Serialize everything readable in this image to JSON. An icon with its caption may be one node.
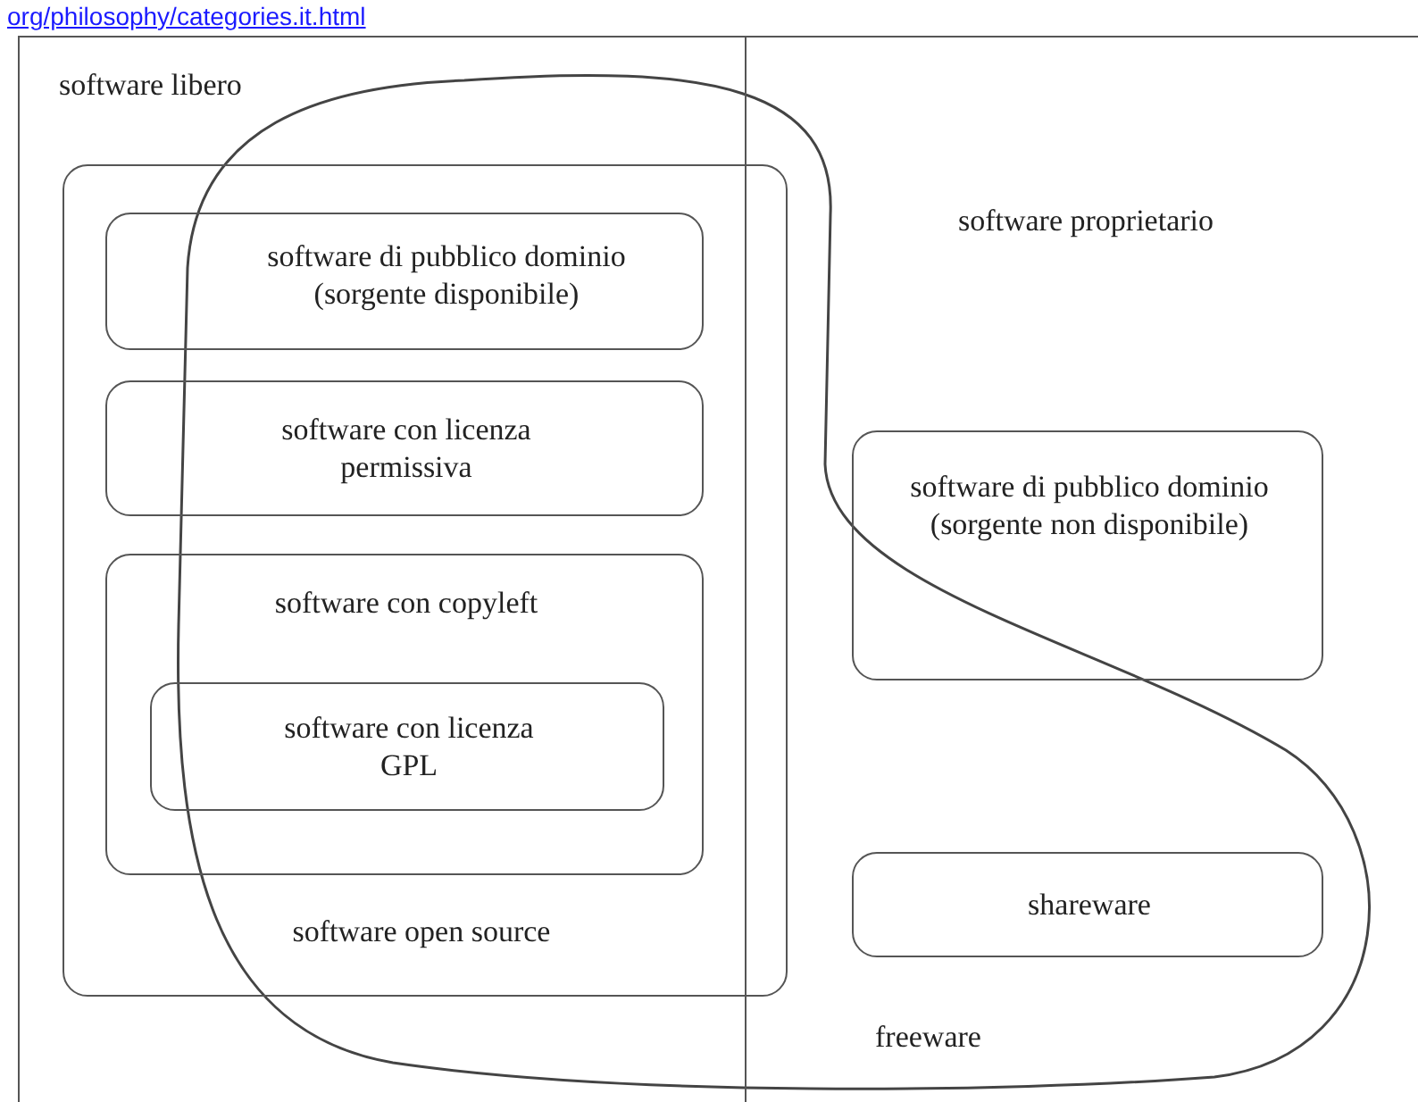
{
  "diagram": {
    "nodes": [
      {
        "text": [
          "software libero"
        ]
      },
      {
        "text": [
          "software open source"
        ]
      },
      {
        "text": [
          "software di pubblico dominio (sorgente disponibile)"
        ],
        "in": 1
      },
      {
        "text": [
          "software con licenza permissiva"
        ],
        "in": 1
      },
      {
        "text": [
          "software con copyleft"
        ],
        "in": 1
      },
      {
        "text": [
          "software con licenza GPL"
        ],
        "in": 4
      },
      {
        "text": [
          "software proprietario"
        ]
      },
      {
        "text": [
          "software di pubblico dominio (sorgente non disponibile)"
        ],
        "in": 6
      },
      {
        "text": [
          "shareware"
        ],
        "in": 6
      },
      {
        "text": [
          "freeware"
        ]
      }
    ],
    "edges": [],
    "labels": [
      "org/philosophy/categories.it.html"
    ]
  }
}
